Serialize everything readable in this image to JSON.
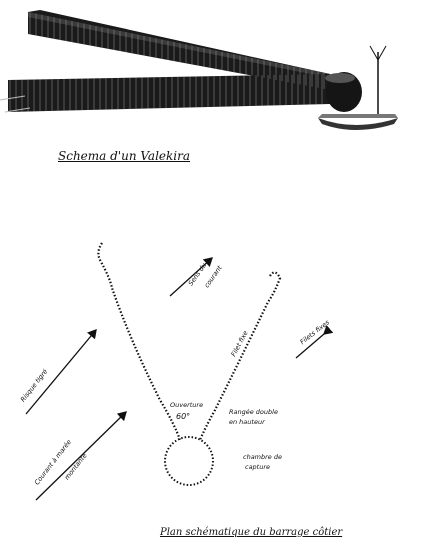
{
  "captions": {
    "top": "Schema d'un Valekira",
    "bottom": "Plan schématique du barrage côtier"
  },
  "labels": {
    "sens_courant": "Sens du",
    "courant": "courant",
    "filet_fixe": "Filet fixe",
    "filets_fixes": "Filets fixes",
    "risque": "Risque tigré",
    "courant_maree": "Courant à marée",
    "montante": "montante",
    "ouverture": "Ouverture",
    "angle": "60°",
    "rangee": "Rangée double",
    "hauteur": "en hauteur",
    "chambre": "chambre de",
    "capture": "capture"
  }
}
